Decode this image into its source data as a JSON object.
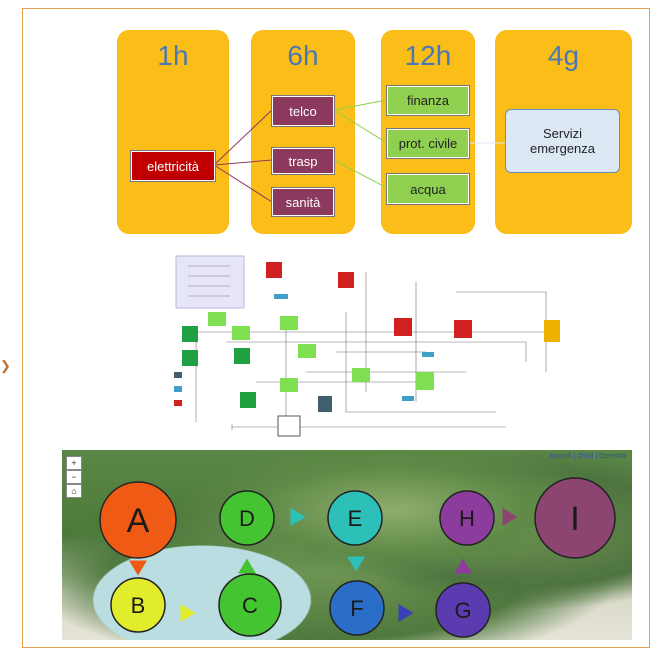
{
  "timeline": {
    "columns": [
      {
        "label": "1h"
      },
      {
        "label": "6h"
      },
      {
        "label": "12h"
      },
      {
        "label": "4g"
      }
    ],
    "nodes": {
      "elettricita": "elettricità",
      "telco": "telco",
      "trasp": "trasp",
      "sanita": "sanità",
      "finanza": "finanza",
      "prot_civile": "prot. civile",
      "acqua": "acqua",
      "servizi_emergenza": "Servizi emergenza"
    },
    "colors": {
      "column_fill": "#fbbd18",
      "column_header": "#4a78b5",
      "red": "#c00000",
      "plum": "#8b3a5e",
      "green": "#90d050",
      "blue": "#dce9f5"
    }
  },
  "map": {
    "credit": "Mapnik | OSM | OpenMa",
    "nodes": [
      {
        "id": "A",
        "label": "A",
        "color": "#ef5a14"
      },
      {
        "id": "B",
        "label": "B",
        "color": "#e0ec2c"
      },
      {
        "id": "C",
        "label": "C",
        "color": "#44c430"
      },
      {
        "id": "D",
        "label": "D",
        "color": "#44c430"
      },
      {
        "id": "E",
        "label": "E",
        "color": "#2cc0b8"
      },
      {
        "id": "F",
        "label": "F",
        "color": "#2a6ec8"
      },
      {
        "id": "G",
        "label": "G",
        "color": "#5a3cb0"
      },
      {
        "id": "H",
        "label": "H",
        "color": "#8c3c9c"
      },
      {
        "id": "I",
        "label": "I",
        "color": "#8c4470"
      }
    ],
    "controls": [
      "+",
      "−",
      "⌂"
    ]
  }
}
